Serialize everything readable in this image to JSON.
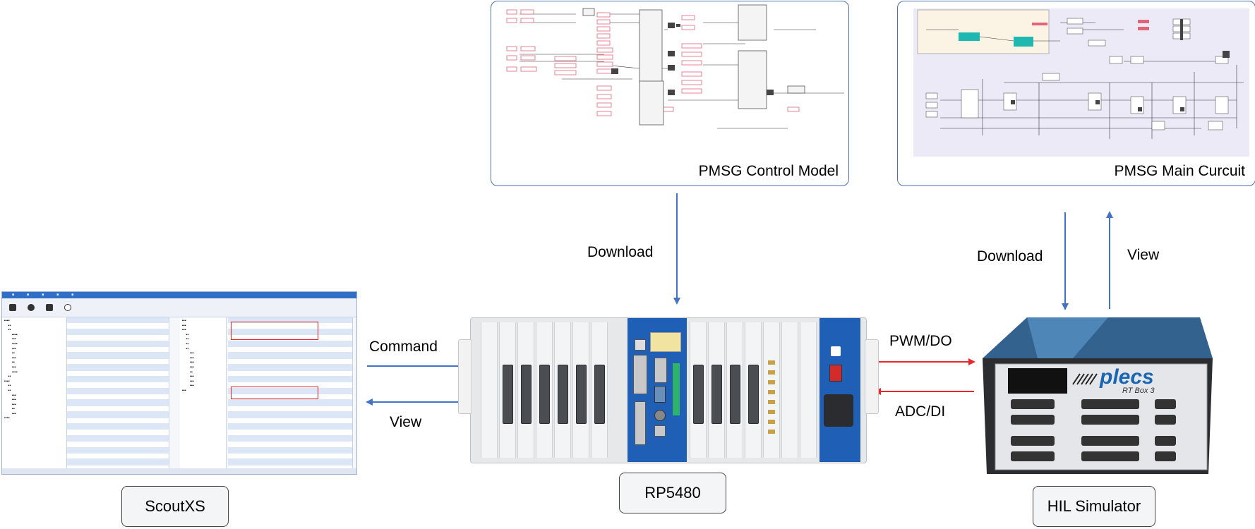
{
  "panels": {
    "control_model": {
      "title": "PMSG Control Model"
    },
    "main_circuit": {
      "title": "PMSG Main Curcuit"
    }
  },
  "nodes": {
    "scoutxs": {
      "label": "ScoutXS"
    },
    "rp5480": {
      "label": "RP5480"
    },
    "hil": {
      "label": "HIL Simulator"
    }
  },
  "arrows": {
    "download_1": "Download",
    "download_2": "Download",
    "view_up": "View",
    "command": "Command",
    "view_left": "View",
    "pwm_do": "PWM/DO",
    "adc_di": "ADC/DI"
  },
  "hil_brand": {
    "logo": "plecs",
    "model": "RT Box 3"
  },
  "colors": {
    "panel_border": "#4a6fb5",
    "blue_arrow": "#4472c4",
    "red_arrow": "#e8262b",
    "chassis_blue": "#1f5fb5"
  }
}
